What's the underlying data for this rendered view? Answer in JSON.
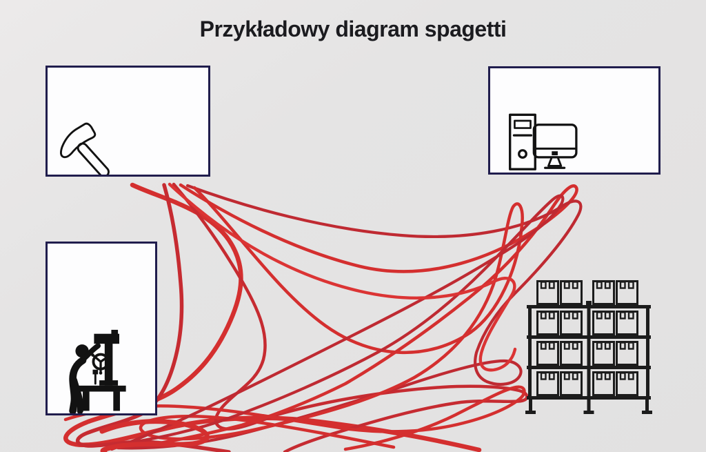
{
  "title": "Przykładowy diagram spagetti",
  "colors": {
    "background": "#e5e4e4",
    "box_fill": "#fdfdfe",
    "box_border": "#201d4d",
    "icon_ink": "#121212",
    "rack_ink": "#1c1c1c",
    "spaghetti_shades": [
      "#d42f2f",
      "#c62b31",
      "#db3434",
      "#bf2a32"
    ]
  },
  "stations": [
    {
      "id": "hammer",
      "icon": "hammer-icon",
      "position": "top-left"
    },
    {
      "id": "computer",
      "icon": "desktop-computer-icon",
      "position": "top-right"
    },
    {
      "id": "workbench",
      "icon": "worker-drill-press-icon",
      "position": "bottom-left"
    },
    {
      "id": "storage",
      "icon": "storage-rack-boxes-icon",
      "position": "bottom-right"
    }
  ]
}
